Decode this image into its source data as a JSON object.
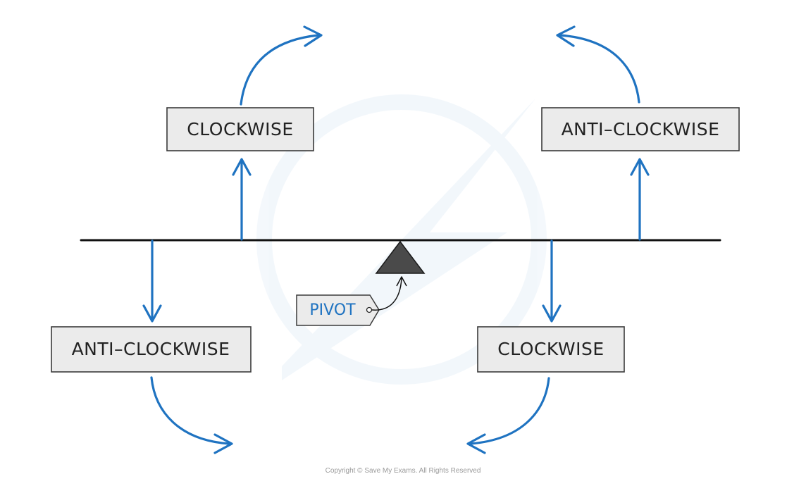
{
  "colors": {
    "arrow": "#1f73c1",
    "box_fill": "#ebebeb",
    "beam": "#111111",
    "pivot": "#4a4a4a",
    "pivot_label": "#1f73c1",
    "copyright": "#9a9a9a"
  },
  "boxes": {
    "top_left": "CLOCKWISE",
    "top_right": "ANTI–CLOCKWISE",
    "bottom_left": "ANTI–CLOCKWISE",
    "bottom_right": "CLOCKWISE"
  },
  "pivot_label": "PIVOT",
  "copyright": "Copyright © Save My Exams. All Rights Reserved"
}
